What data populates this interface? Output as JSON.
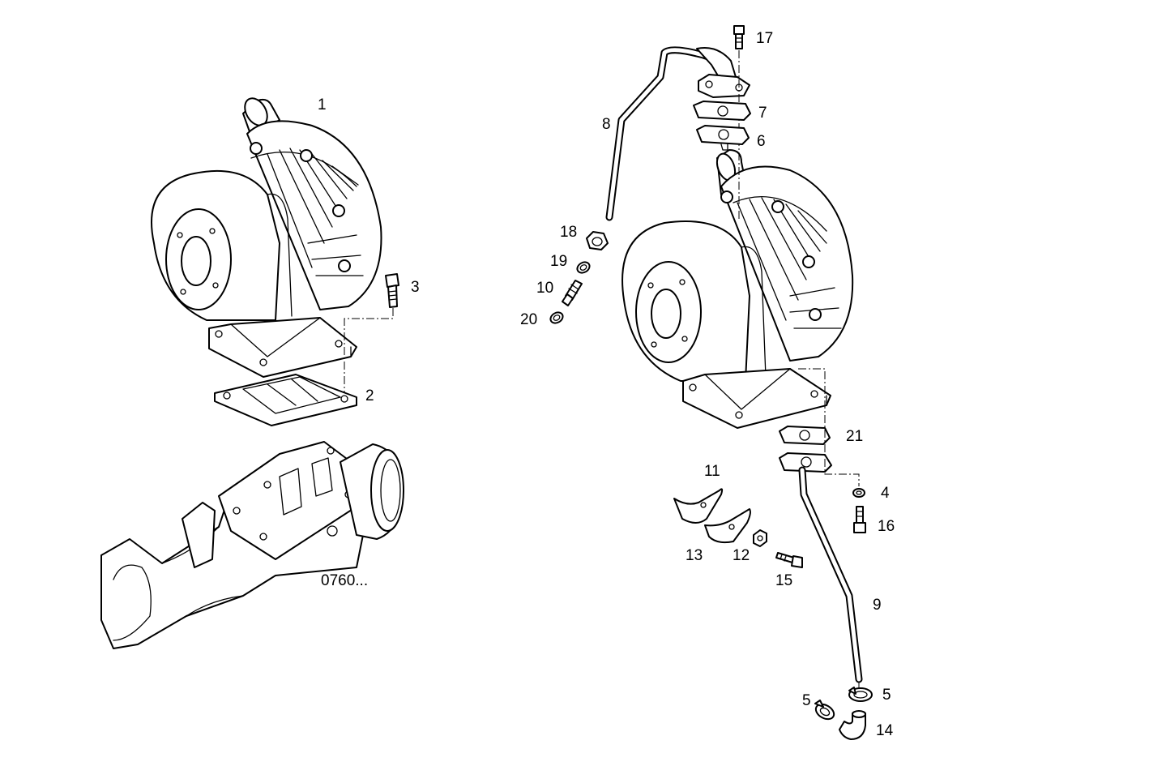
{
  "callouts": [
    {
      "id": "c1",
      "text": "1"
    },
    {
      "id": "c2",
      "text": "2"
    },
    {
      "id": "c3",
      "text": "3"
    },
    {
      "id": "c4",
      "text": "4"
    },
    {
      "id": "c5a",
      "text": "5"
    },
    {
      "id": "c5b",
      "text": "5"
    },
    {
      "id": "c6",
      "text": "6"
    },
    {
      "id": "c7",
      "text": "7"
    },
    {
      "id": "c8",
      "text": "8"
    },
    {
      "id": "c9",
      "text": "9"
    },
    {
      "id": "c10",
      "text": "10"
    },
    {
      "id": "c11",
      "text": "11"
    },
    {
      "id": "c12",
      "text": "12"
    },
    {
      "id": "c13",
      "text": "13"
    },
    {
      "id": "c14",
      "text": "14"
    },
    {
      "id": "c15",
      "text": "15"
    },
    {
      "id": "c16",
      "text": "16"
    },
    {
      "id": "c17",
      "text": "17"
    },
    {
      "id": "c18",
      "text": "18"
    },
    {
      "id": "c19",
      "text": "19"
    },
    {
      "id": "c20",
      "text": "20"
    },
    {
      "id": "c21",
      "text": "21"
    }
  ],
  "reference_label": "0760..."
}
